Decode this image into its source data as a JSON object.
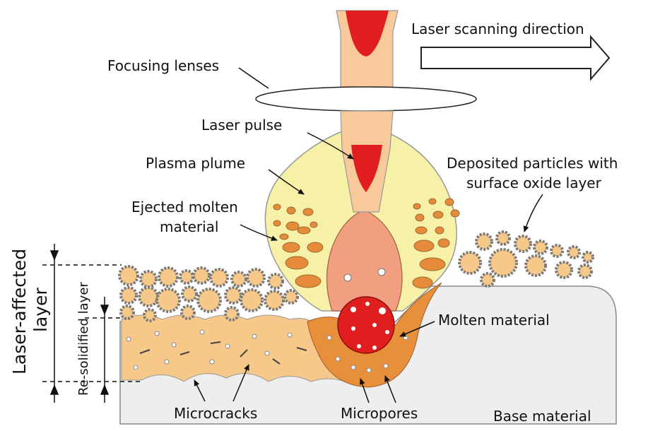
{
  "labels": {
    "scan_direction": "Laser scanning direction",
    "focusing_lenses": "Focusing lenses",
    "laser_pulse": "Laser pulse",
    "plasma_plume": "Plasma plume",
    "deposited_line1": "Deposited particles with",
    "deposited_line2": "surface oxide layer",
    "ejected_line1": "Ejected molten",
    "ejected_line2": "material",
    "laser_affected_line1": "Laser-affected",
    "laser_affected_line2": "layer",
    "resolidified": "Re-solidified layer",
    "molten_material": "Molten material",
    "microcracks": "Microcracks",
    "micropores": "Micropores",
    "base_material": "Base material"
  },
  "colors": {
    "laser_beam": "#f8c99a",
    "laser_core": "#e01e1e",
    "plume": "#f7f1a8",
    "ejecta": "#e68b3a",
    "cone": "#f0a080",
    "melt_pool": "#e88f3c",
    "resolidified": "#f6c98a",
    "particle": "#f6c98a",
    "particle_rim": "#7a7a7a",
    "base": "#eeeeee"
  }
}
